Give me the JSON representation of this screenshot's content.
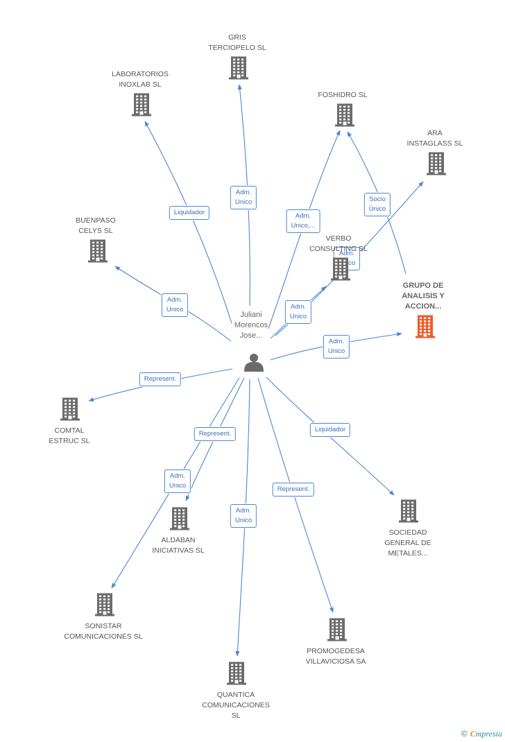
{
  "center": {
    "label": "Juliani\nMorencos\nJose..."
  },
  "nodes": [
    {
      "id": "gris",
      "label": "GRIS\nTERCIOPELO  SL",
      "focus": false
    },
    {
      "id": "lab",
      "label": "LABORATORIOS\nINOXLAB SL",
      "focus": false
    },
    {
      "id": "foshidro",
      "label": "FOSHIDRO  SL",
      "focus": false
    },
    {
      "id": "ara",
      "label": "ARA\nINSTAGLASS  SL",
      "focus": false
    },
    {
      "id": "buenpaso",
      "label": "BUENPASO\nCELYS SL",
      "focus": false
    },
    {
      "id": "verbo",
      "label": "VERBO\nCONSULTING SL",
      "focus": false
    },
    {
      "id": "grupo",
      "label": "GRUPO DE\nANALISIS Y\nACCION...",
      "focus": true
    },
    {
      "id": "comtal",
      "label": "COMTAL\nESTRUC SL",
      "focus": false
    },
    {
      "id": "aldaban",
      "label": "ALDABAN\nINICIATIVAS SL",
      "focus": false
    },
    {
      "id": "sociedad",
      "label": "SOCIEDAD\nGENERAL DE\nMETALES...",
      "focus": false
    },
    {
      "id": "sonistar",
      "label": "SONISTAR\nCOMUNICACIONES SL",
      "focus": false
    },
    {
      "id": "promogedesa",
      "label": "PROMOGEDESA\nVILLAVICIOSA SA",
      "focus": false
    },
    {
      "id": "quantica",
      "label": "QUANTICA\nCOMUNICACIONES\nSL",
      "focus": false
    }
  ],
  "edges": [
    {
      "to": "gris",
      "label": "Adm.\nUnico"
    },
    {
      "to": "lab",
      "label": "Liquidador"
    },
    {
      "to": "foshidro",
      "label": "Adm.\nUnico,..."
    },
    {
      "to": "ara",
      "label": "Adm.\nUnico"
    },
    {
      "to": "buenpaso",
      "label": "Adm.\nUnico"
    },
    {
      "to": "verbo",
      "label": "Adm.\nUnico"
    },
    {
      "to": "grupo",
      "label": "Adm.\nUnico"
    },
    {
      "to": "comtal",
      "label": "Represent."
    },
    {
      "to": "aldaban",
      "label": "Represent."
    },
    {
      "to": "sonistar",
      "label": "Adm.\nUnico"
    },
    {
      "to": "quantica",
      "label": "Adm.\nUnico"
    },
    {
      "to": "promogedesa",
      "label": "Represent."
    },
    {
      "to": "sociedad",
      "label": "Liquidador"
    },
    {
      "from": "grupo",
      "to": "foshidro",
      "label": "Socio\nÚnico"
    }
  ],
  "colors": {
    "edge": "#4a86d4",
    "building": "#6b6b6b",
    "focus_building": "#f05a28",
    "person": "#6b6b6b"
  },
  "footer": {
    "copyright": "©",
    "brand_first": "C",
    "brand_rest": "mpresia"
  }
}
